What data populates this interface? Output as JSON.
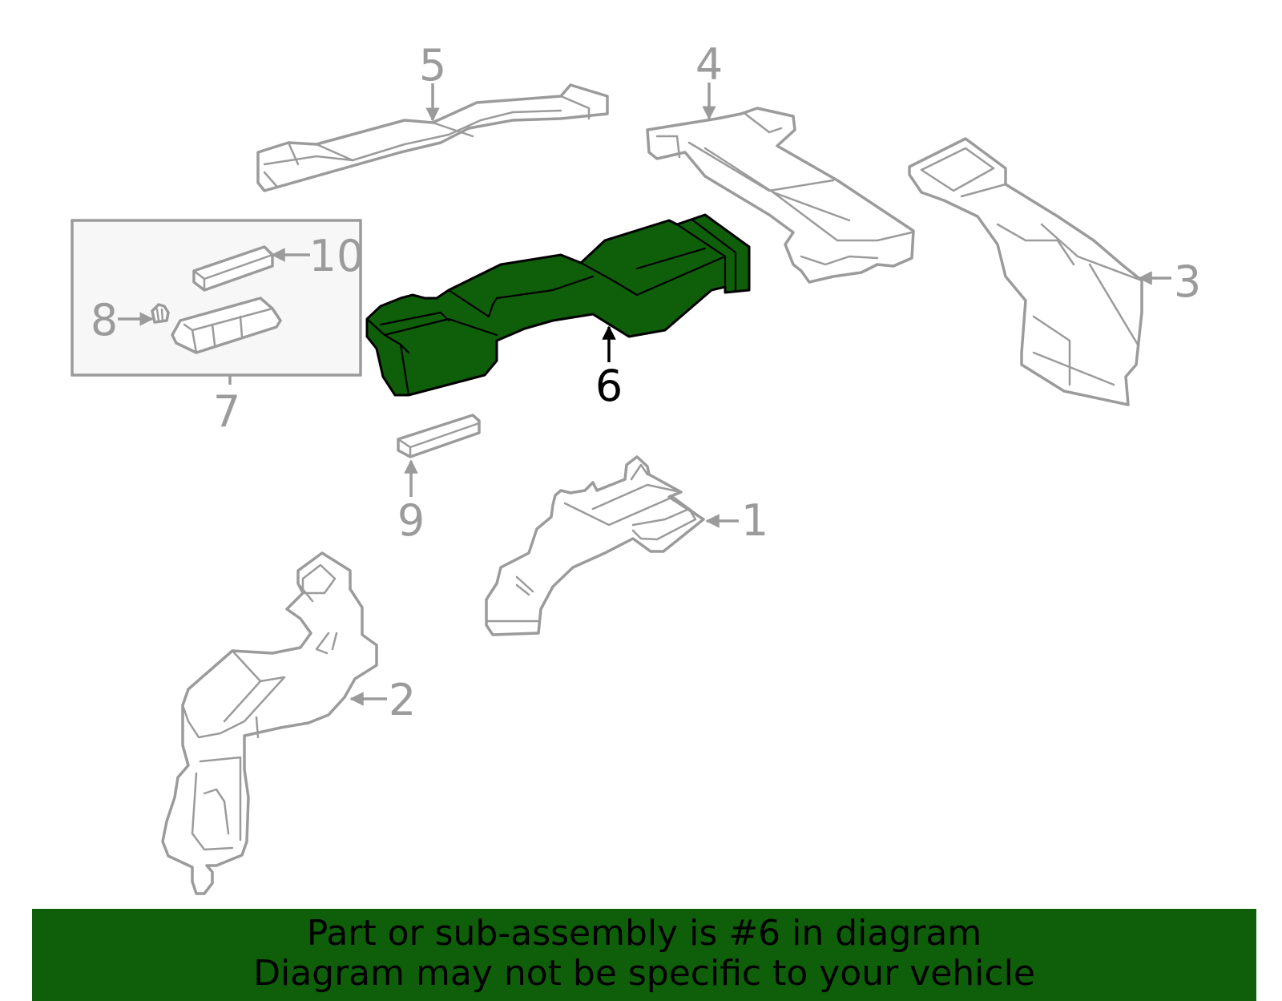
{
  "diagram": {
    "highlighted_part": "6",
    "callouts": [
      {
        "id": "c1",
        "label": "1"
      },
      {
        "id": "c2",
        "label": "2"
      },
      {
        "id": "c3",
        "label": "3"
      },
      {
        "id": "c4",
        "label": "4"
      },
      {
        "id": "c5",
        "label": "5"
      },
      {
        "id": "c6",
        "label": "6"
      },
      {
        "id": "c7",
        "label": "7"
      },
      {
        "id": "c8",
        "label": "8"
      },
      {
        "id": "c9",
        "label": "9"
      },
      {
        "id": "c10",
        "label": "10"
      }
    ],
    "colors": {
      "highlight": "#0f5e0a",
      "line": "#9b9b9b",
      "active_text": "#000000",
      "banner": "#0f5e0a"
    }
  },
  "banner": {
    "line1": "Part or sub-assembly is #6 in diagram",
    "line2": "Diagram may not be specific to your vehicle"
  }
}
